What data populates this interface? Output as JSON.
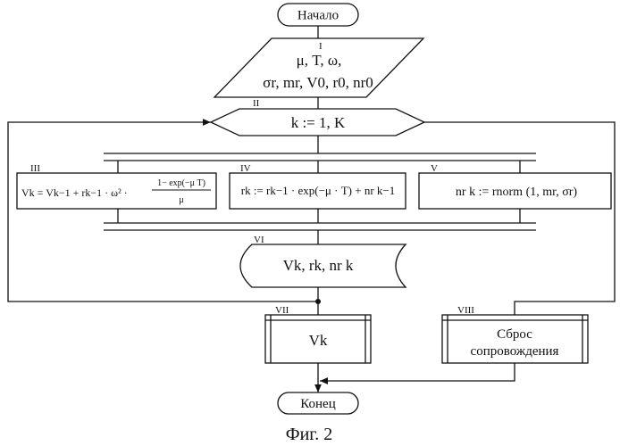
{
  "start": {
    "label": "Начало"
  },
  "end": {
    "label": "Конец"
  },
  "block_I": {
    "num": "I",
    "line1": "μ, T, ω,",
    "line2": "σr, mr, V0, r0, nr0"
  },
  "block_II": {
    "num": "II",
    "text": "k := 1, K"
  },
  "block_III": {
    "num": "III",
    "lhs": "Vk = Vk−1 + rk−1 · ω² ·",
    "numerator": "1− exp(−μ  T)",
    "denominator": "μ"
  },
  "block_IV": {
    "num": "IV",
    "text": "rk := rk−1 · exp(−μ · T) + nr k−1"
  },
  "block_V": {
    "num": "V",
    "text": "nr k := rnorm (1, mr, σr)"
  },
  "block_VI": {
    "num": "VI",
    "text": "Vk, rk, nr k"
  },
  "block_VII": {
    "num": "VII",
    "text": "Vk"
  },
  "block_VIII": {
    "num": "VIII",
    "line1": "Сброс",
    "line2": "сопровождения"
  },
  "caption": "Фиг. 2"
}
